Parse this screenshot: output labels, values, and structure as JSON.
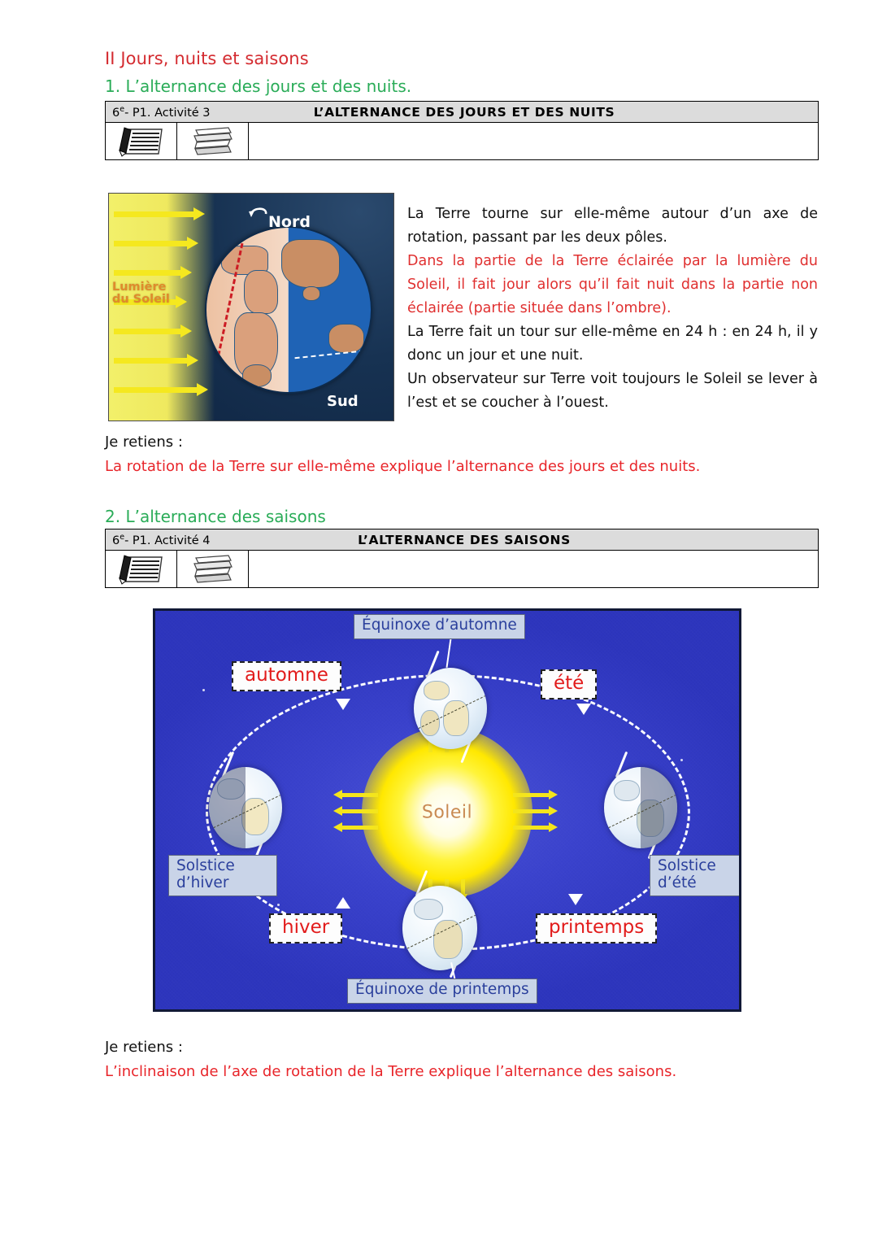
{
  "headings": {
    "main": "II Jours, nuits et saisons",
    "sub1": "1. L’alternance des jours et des nuits.",
    "sub2": "2. L’alternance des saisons"
  },
  "activity1": {
    "code_prefix": "6",
    "code_sup": "e",
    "code_suffix": "- P1. Activité 3",
    "title": "L’ALTERNANCE DES JOURS ET DES NUITS",
    "icon1": "pencil-notepad-icon",
    "icon2": "book-stack-icon"
  },
  "activity2": {
    "code_prefix": "6",
    "code_sup": "e",
    "code_suffix": "- P1. Activité 4",
    "title": "L’ALTERNANCE DES SAISONS",
    "icon1": "pencil-notepad-icon",
    "icon2": "book-stack-icon"
  },
  "figure1": {
    "label_nord": "Nord",
    "label_sud": "Sud",
    "label_light_line1": "Lumière",
    "label_light_line2": "du Soleil"
  },
  "paragraph": {
    "line1": "La Terre tourne sur elle-même autour d’un axe de rotation, passant par les deux pôles.",
    "line2_red": "Dans la partie de la Terre éclairée par la lumière du Soleil, il fait jour alors qu’il fait nuit dans la partie non éclairée (partie située dans l’ombre).",
    "line3": "La Terre fait un tour sur elle-même en  24 h : en 24 h, il y donc un jour et une nuit.",
    "line4": "Un observateur sur Terre voit toujours le Soleil se lever à l’est et se coucher à l’ouest."
  },
  "retiens1": {
    "label": "Je retiens :",
    "text": "La  rotation de la Terre sur elle-même explique l’alternance des jours et des nuits."
  },
  "retiens2": {
    "label": "Je retiens :",
    "text": "L’inclinaison de l’axe de rotation de la Terre explique l’alternance des saisons."
  },
  "figure2": {
    "sun": "Soleil",
    "equinoxe_automne": "Équinoxe d’automne",
    "equinoxe_printemps": "Équinoxe de printemps",
    "solstice_hiver_l1": "Solstice",
    "solstice_hiver_l2": "d’hiver",
    "solstice_ete_l1": "Solstice",
    "solstice_ete_l2": "d’été",
    "automne": "automne",
    "ete": "été",
    "hiver": "hiver",
    "printemps": "printemps"
  },
  "colors": {
    "heading_red": "#d42b30",
    "heading_green": "#2aac58",
    "body_red": "#e03030",
    "retiens_red": "#e8252a",
    "table_header_grey": "#dcdcdc",
    "fig2_background": "#3a42cd",
    "sun_yellow": "#ffe800",
    "caption_blue_fill": "#c9d4e8",
    "caption_blue_text": "#2a3f9c",
    "caption_red_text": "#e21b1b"
  }
}
